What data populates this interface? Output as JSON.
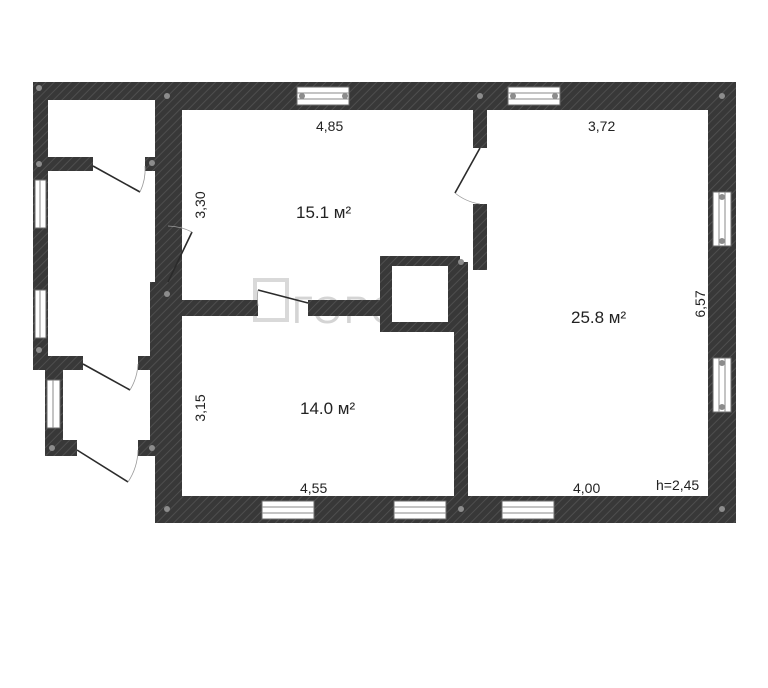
{
  "plan": {
    "rooms": [
      {
        "id": "room-top",
        "area": "15.1 м²",
        "width": "4,85",
        "depth": "3,30"
      },
      {
        "id": "room-bottom",
        "area": "14.0 м²",
        "width": "4,55",
        "depth": "3,15"
      },
      {
        "id": "room-right",
        "area": "25.8 м²",
        "width_top": "3,72",
        "width_bottom": "4,00",
        "depth": "6,57"
      }
    ],
    "ceiling_height": "h=2,45",
    "watermark": "ГОРОДА",
    "colors": {
      "wall": "#3a3a3a",
      "hatch": "#4d4d4d",
      "background": "#ffffff"
    }
  }
}
